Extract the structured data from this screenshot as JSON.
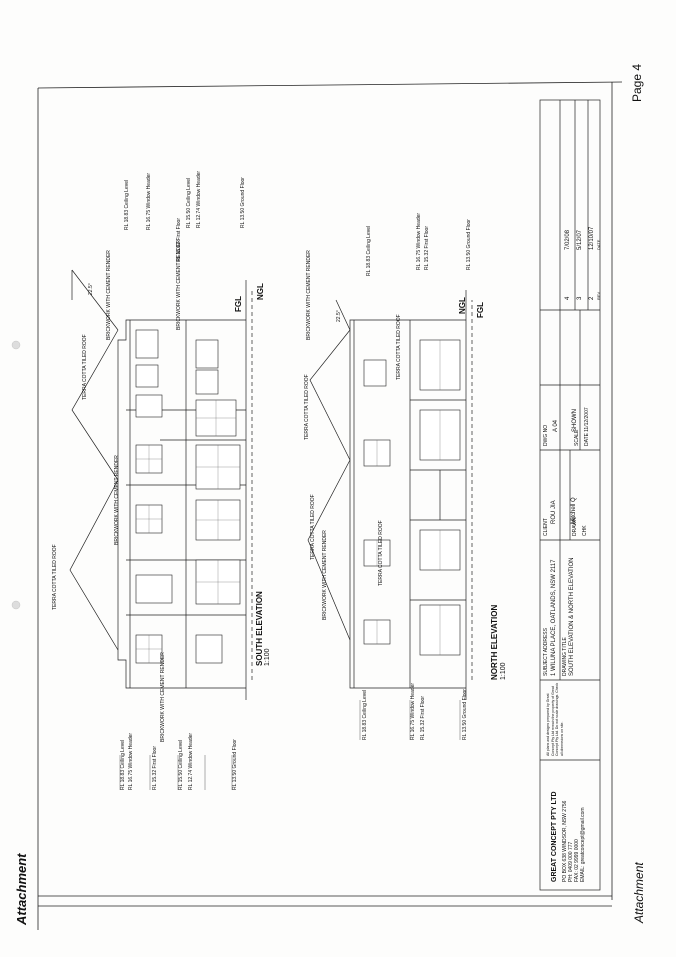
{
  "page": {
    "attachment_label": "Attachment",
    "attachment_footer": "Attachment",
    "page_number": "Page 4"
  },
  "south": {
    "title": "SOUTH ELEVATION",
    "scale": "1:100",
    "ngl": "NGL",
    "fgl": "FGL",
    "labels": {
      "roof_left": "TERRA COTTA TILED ROOF",
      "brick_mid": "BRICKWORK WITH CEMENT RENDER",
      "brick_top": "BRICKWORK WITH CEMENT RENDER",
      "brick_right": "BRICKWORK WITH CEMENT RENDER",
      "roof_right": "TERRA COTTA TILED ROOF",
      "brick_left_side": "BRICKWORK WITH CEMENT RENDER",
      "pitch": "22.5°"
    },
    "levels_left": [
      {
        "rl": "RL 18.83",
        "name": "Ceiling Level"
      },
      {
        "rl": "RL 16.75",
        "name": "Window Header"
      },
      {
        "rl": "RL 15.32",
        "name": "First Floor"
      },
      {
        "rl": "RL 15.50",
        "name": "Ceiling Level"
      },
      {
        "rl": "RL 12.74",
        "name": "Window Header"
      },
      {
        "rl": "RL 13.50",
        "name": "Ground Floor"
      }
    ],
    "levels_right": [
      {
        "rl": "RL 18.83",
        "name": "Ceiling Level"
      },
      {
        "rl": "RL 16.75",
        "name": "Window Header"
      },
      {
        "rl": "RL 15.32",
        "name": "First Floor"
      },
      {
        "rl": "RL 15.50",
        "name": "Ceiling Level"
      },
      {
        "rl": "RL 12.74",
        "name": "Window Header"
      },
      {
        "rl": "RL 13.50",
        "name": "Ground Floor"
      }
    ]
  },
  "north": {
    "title": "NORTH ELEVATION",
    "scale": "1:100",
    "ngl": "NGL",
    "fgl": "FGL",
    "labels": {
      "brick_left": "BRICKWORK WITH CEMENT RENDER",
      "roof_a": "TERRA COTTA TILED ROOF",
      "roof_b": "TERRA COTTA TILED ROOF",
      "roof_c": "TERRA COTTA TILED ROOF",
      "roof_d": "TERRA COTTA TILED ROOF",
      "brick_right": "BRICKWORK WITH CEMENT RENDER",
      "pitch": "22.5°"
    },
    "levels_left": [
      {
        "rl": "RL 18.83",
        "name": "Ceiling Level"
      },
      {
        "rl": "RL 16.75",
        "name": "Window Header"
      },
      {
        "rl": "RL 15.32",
        "name": "First Floor"
      },
      {
        "rl": "RL 13.50",
        "name": "Ground Floor"
      }
    ],
    "levels_right": [
      {
        "rl": "RL 18.83",
        "name": "Ceiling Level"
      },
      {
        "rl": "RL 16.75",
        "name": "Window Header"
      },
      {
        "rl": "RL 15.32",
        "name": "First Floor"
      },
      {
        "rl": "RL 13.50",
        "name": "Ground Floor"
      }
    ]
  },
  "title_block": {
    "company": "GREAT CONCEPT PTY LTD",
    "address_1": "PO BOX 638 WINDSOR, NSW 2756",
    "phone": "PH: 0409 000 777",
    "fax": "FAX: 02 9999 0000",
    "email": "EMAIL: greatconcept@gmail.com",
    "copyright": "All plans and designs prepared by Great Concept Pty Ltd remain the property of Great Concept Pty Ltd. Do not scale drawings. Check all dimensions on site.",
    "project_address_label": "SUBJECT ADDRESS",
    "project_address": "1 WILUNA PLACE, OATLANDS, NSW 2117",
    "drawing_title_label": "DRAWING TITLE",
    "drawing_title": "SOUTH ELEVATION & NORTH ELEVATION",
    "client_label": "CLIENT",
    "client": "ROU JIA",
    "drawn_label": "DRAWN",
    "drawn": "Mitchell Q",
    "chk_label": "CHK",
    "dwg_label": "DWG NO",
    "dwg": "A 04",
    "scale_label": "SCALE",
    "scale": "SHOWN",
    "date_label": "DATE",
    "date": "11/12/2007",
    "revisions": [
      {
        "rev": "4",
        "date": "7/02/08"
      },
      {
        "rev": "3",
        "date": "5/12/07"
      },
      {
        "rev": "2",
        "date": "12/10/07"
      },
      {
        "rev": "REV",
        "date": "DATE"
      }
    ]
  }
}
